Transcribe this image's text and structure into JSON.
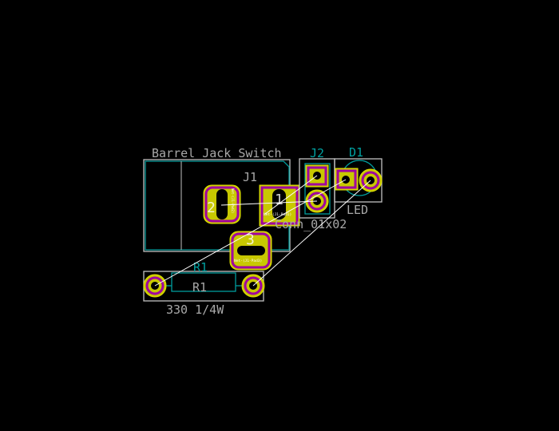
{
  "colors": {
    "background": "#000000",
    "courtyard": "#c2c2c2",
    "fab": "#009c9c",
    "pad": "#c8c800",
    "ring": "#a000a0",
    "ratsnest": "#ffffff",
    "text_gray": "#a8a8a8",
    "text_teal": "#00a0a0"
  },
  "footprints": {
    "j1": {
      "value": "Barrel_Jack_Switch",
      "ref": "J1",
      "pads": [
        "1",
        "2",
        "3"
      ],
      "pad_nets": [
        "Net-(J1-Pad1)",
        "Net-(J1-Pad2)",
        "Net-(J1-Pad3)"
      ]
    },
    "j2": {
      "ref": "J2",
      "value": "Conn_01x02"
    },
    "d1": {
      "ref": "D1",
      "value": "LED"
    },
    "r1": {
      "ref": "R1",
      "value": "330 1/4W",
      "fab_ref": "R1"
    }
  }
}
